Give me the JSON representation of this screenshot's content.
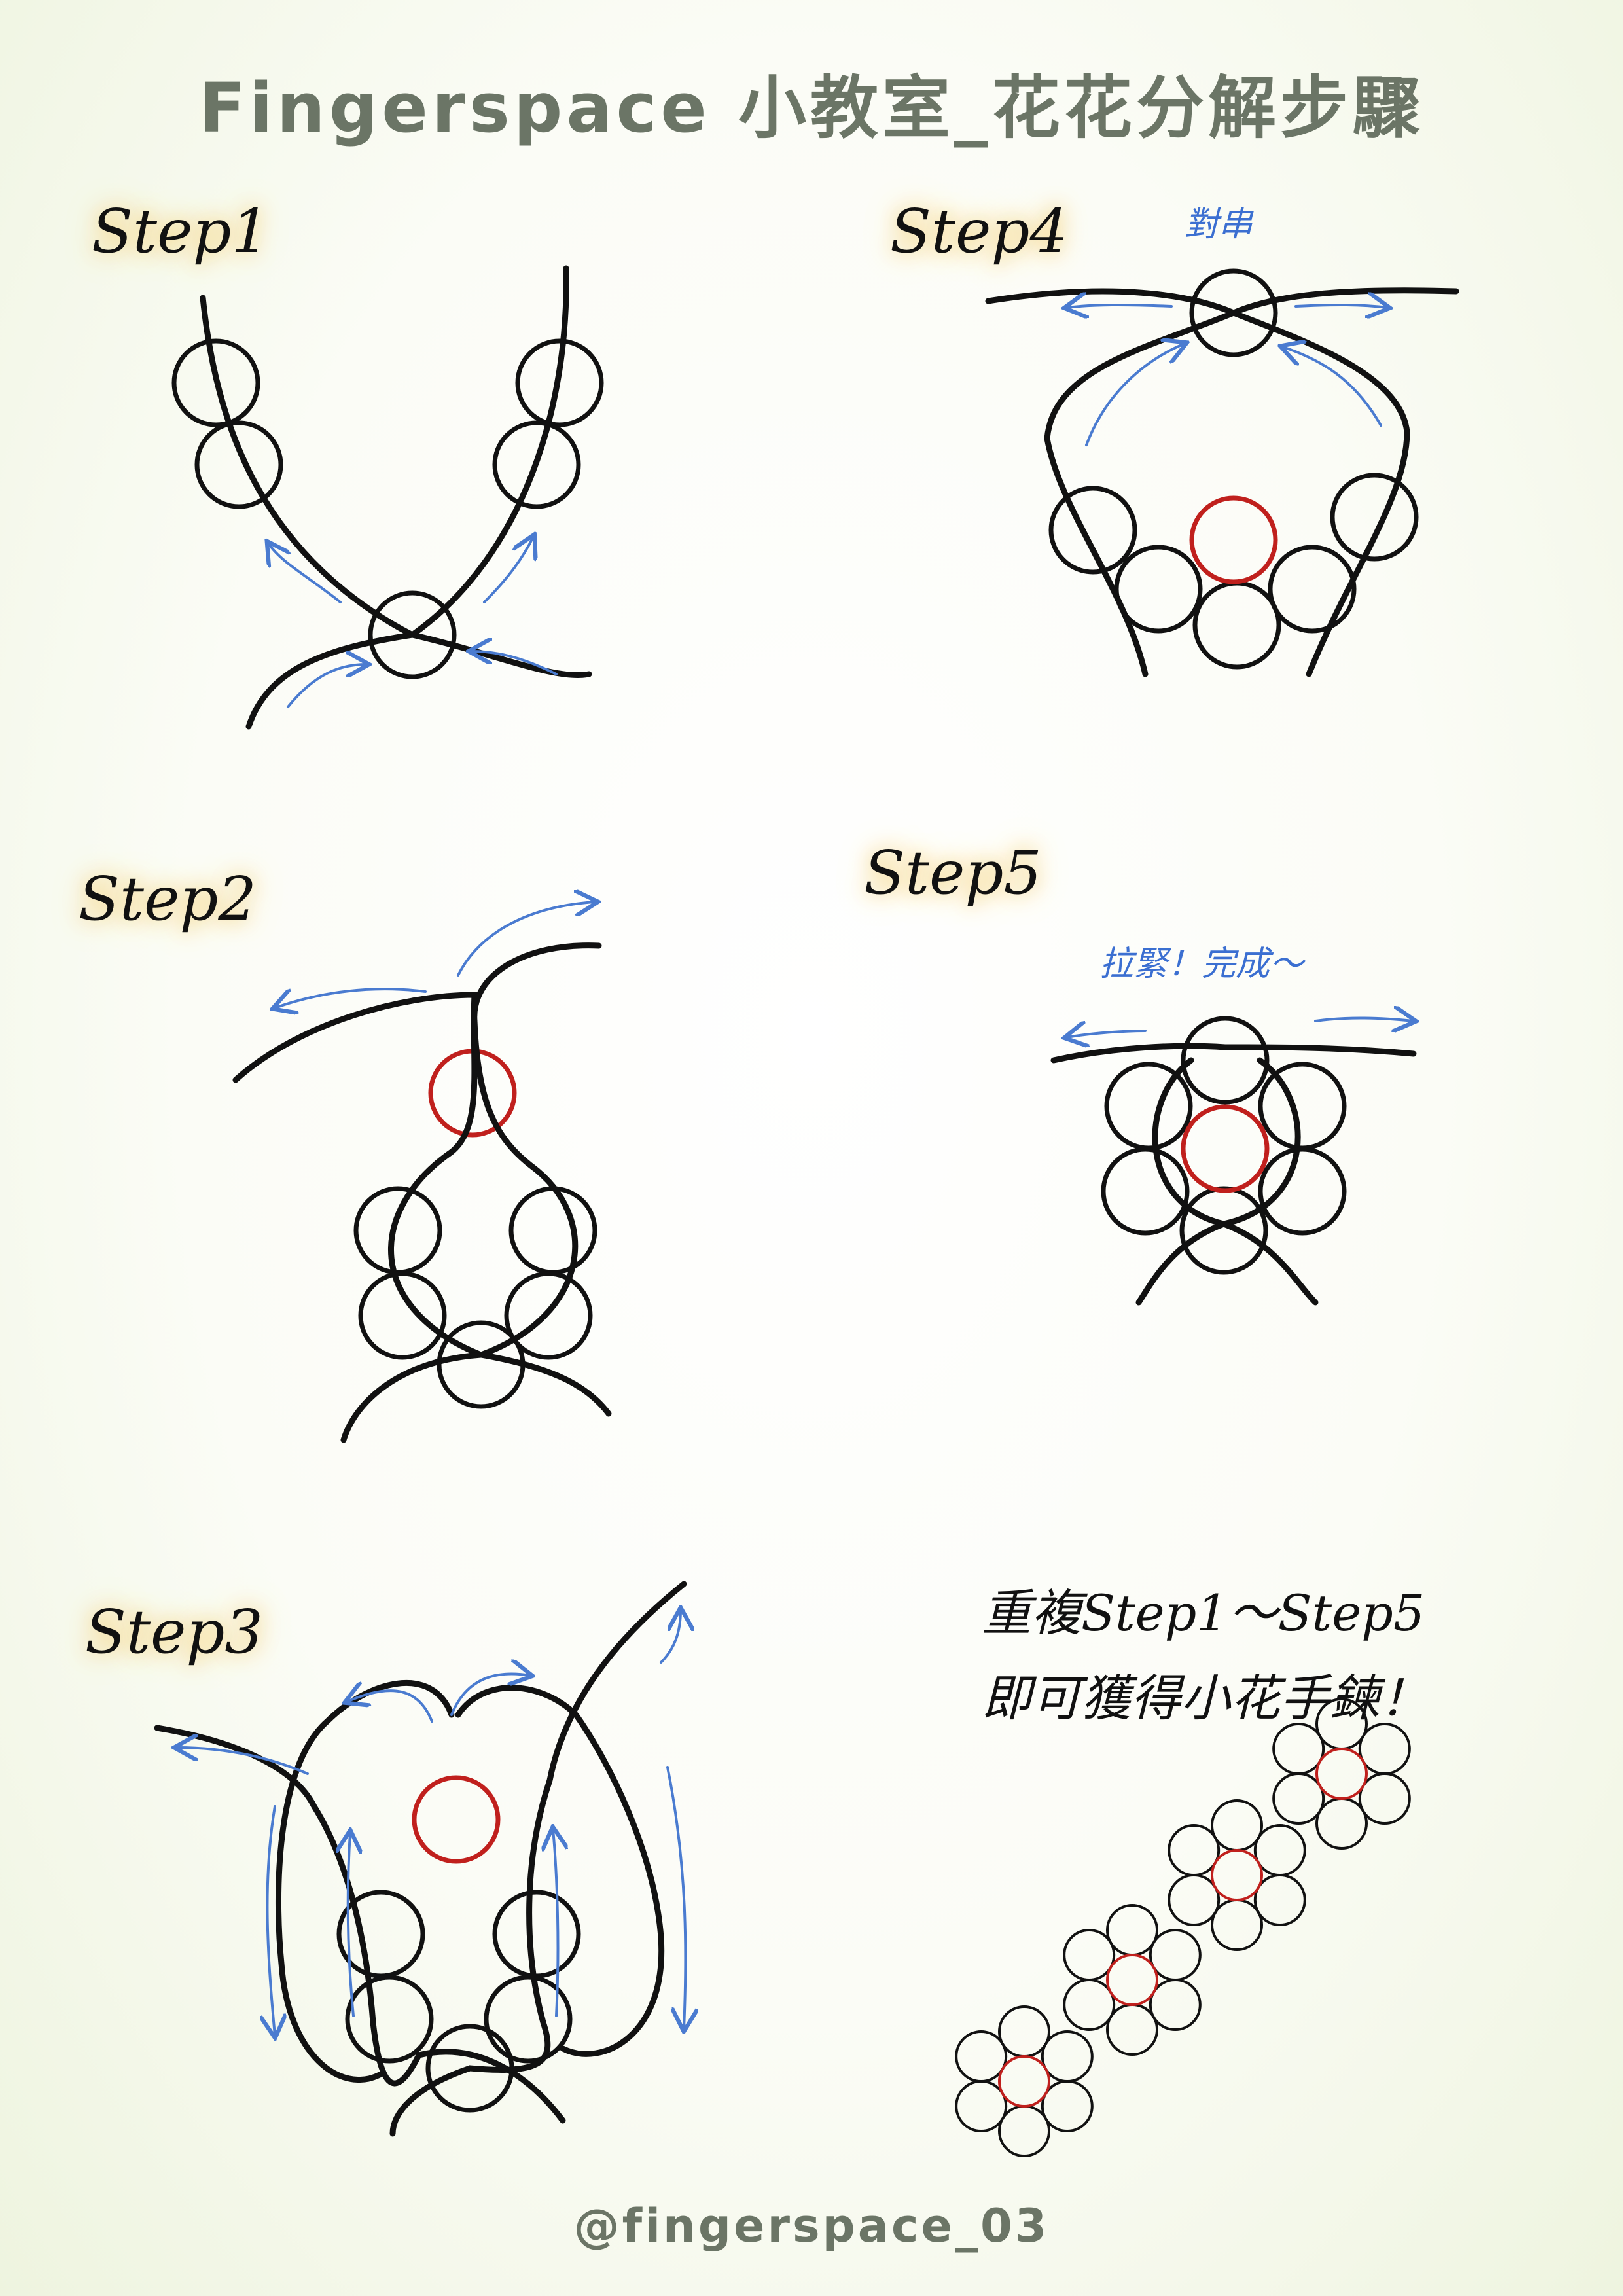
{
  "title": "Fingerspace 小教室_花花分解步驟",
  "steps": [
    {
      "label": "Step1"
    },
    {
      "label": "Step2"
    },
    {
      "label": "Step3"
    },
    {
      "label": "Step4",
      "note": "對串"
    },
    {
      "label": "Step5",
      "note": "拉緊！完成～"
    }
  ],
  "repeat_text": [
    "重複Step1～Step5",
    "即可獲得小花手鍊！"
  ],
  "handle": "@fingerspace_03",
  "colors": {
    "bead": "#111111",
    "center_bead": "#c0201d",
    "arrow": "#4a7bd0",
    "title": "#6b7566"
  }
}
